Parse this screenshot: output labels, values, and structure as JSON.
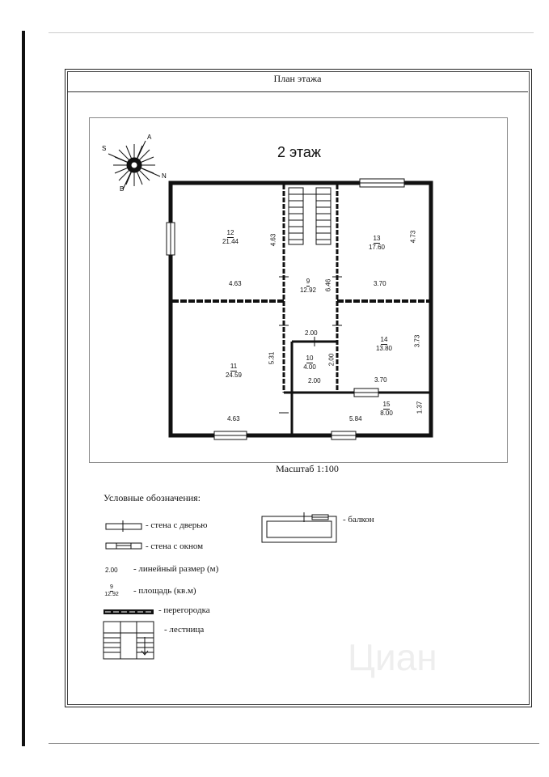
{
  "header": {
    "title": "План этажа"
  },
  "plan": {
    "floor_label": "2 этаж",
    "scale": "Масштаб 1:100"
  },
  "compass": {
    "labels": [
      "S",
      "A",
      "N",
      "B"
    ]
  },
  "rooms": [
    {
      "number": "12",
      "area": "21.44"
    },
    {
      "number": "13",
      "area": "17.60"
    },
    {
      "number": "9",
      "area": "12.92"
    },
    {
      "number": "11",
      "area": "24.59"
    },
    {
      "number": "10",
      "area": "4.00"
    },
    {
      "number": "14",
      "area": "13.80"
    },
    {
      "number": "15",
      "area": "8.00"
    }
  ],
  "dimensions": {
    "h_463_a": "4.63",
    "v_463": "4.63",
    "v_473": "4.73",
    "v_646": "6.46",
    "h_370_a": "3.70",
    "h_200_a": "2.00",
    "v_531": "5.31",
    "v_200": "2.00",
    "v_373": "3.73",
    "h_200_b": "2.00",
    "h_370_b": "3.70",
    "v_137": "1.37",
    "h_463_b": "4.63",
    "h_584": "5.84"
  },
  "legend": {
    "title": "Условные обозначения:",
    "door_wall": "- стена с дверью",
    "window_wall": "- стена с окном",
    "linear_sample": "2.00",
    "linear": "- линейный размер (м)",
    "area_num": "9",
    "area_val": "12.92",
    "area": "- площадь (кв.м)",
    "partition": "- перегородка",
    "stairs": "- лестница",
    "balcony": "- балкон"
  },
  "watermark": "Циан"
}
